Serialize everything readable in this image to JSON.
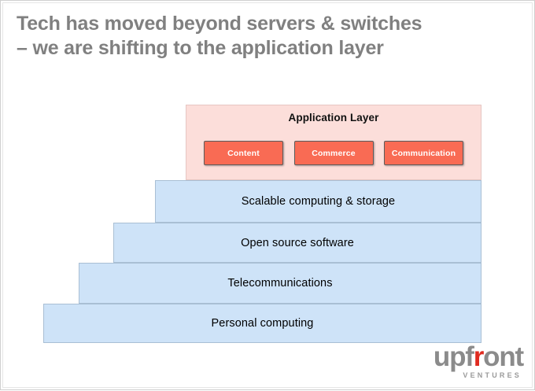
{
  "slide": {
    "title": "Tech has moved beyond servers & switches\n– we are shifting to the application layer",
    "background_color": "#ffffff",
    "title_color": "#808080"
  },
  "colors": {
    "application_layer_fill": "#fcdeda",
    "application_layer_border": "#e6c6c2",
    "pill_fill": "#f96b54",
    "pill_border": "#5b5b5b",
    "pill_text": "#ffffff",
    "layer_fill": "#cee3f8",
    "layer_border": "#a9bfd4",
    "layer_text": "#000000",
    "logo_gray": "#8b8b8b",
    "logo_accent_red": "#e02b20"
  },
  "application_layer": {
    "heading": "Application Layer",
    "pills": [
      {
        "label": "Content"
      },
      {
        "label": "Commerce"
      },
      {
        "label": "Communication"
      }
    ]
  },
  "stack_layers": [
    {
      "id": "scalable",
      "label": "Scalable computing & storage"
    },
    {
      "id": "opensrc",
      "label": "Open source software"
    },
    {
      "id": "telecom",
      "label": "Telecommunications"
    },
    {
      "id": "personal",
      "label": "Personal computing"
    }
  ],
  "logo": {
    "word_part1": "upf",
    "word_accent": "r",
    "word_part2": "ont",
    "subtitle": "VENTURES"
  }
}
